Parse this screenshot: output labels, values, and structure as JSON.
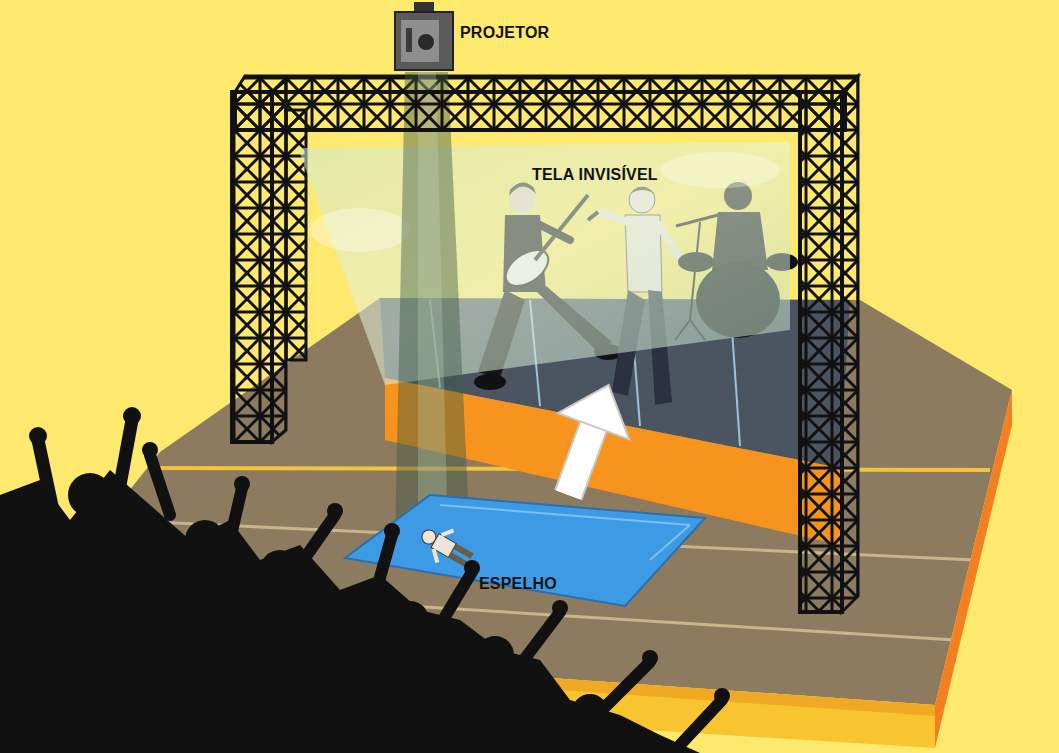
{
  "diagram": {
    "nodes": [
      {
        "text": [
          "PROJETOR"
        ]
      },
      {
        "text": [
          "TELA INVISÍVEL"
        ]
      },
      {
        "text": [
          "ESPELHO"
        ]
      }
    ],
    "edges": [
      {
        "from": 2,
        "to": 1,
        "arrow": "to"
      }
    ]
  }
}
